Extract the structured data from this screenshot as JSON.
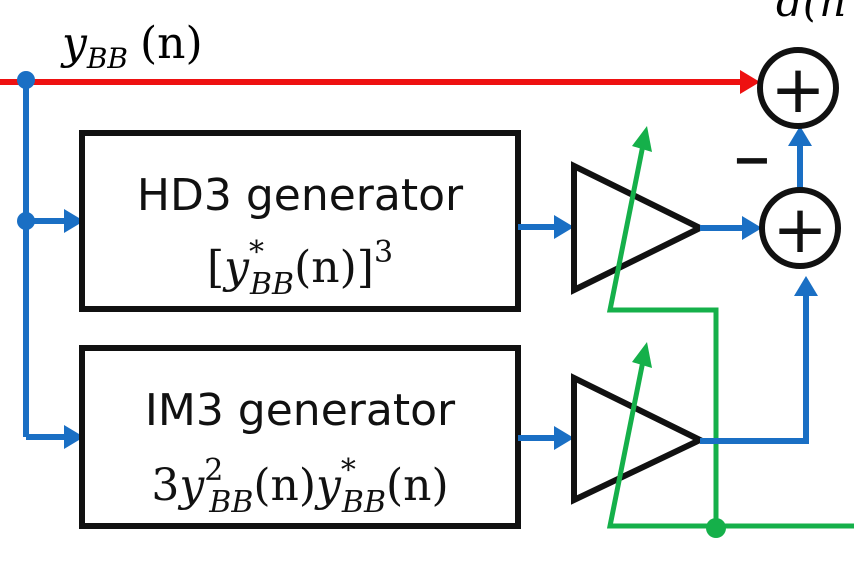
{
  "input_signal": {
    "base": "y",
    "subscript": "BB",
    "argument": "(n)"
  },
  "output_signal_partial": "d(n",
  "minus_sign": "−",
  "adders": [
    {
      "symbol": "+"
    },
    {
      "symbol": "+"
    }
  ],
  "hd3_block": {
    "title": "HD3 generator",
    "formula": {
      "open_bracket": "[",
      "base": "y",
      "superscript": "*",
      "subscript": "BB",
      "argument": "(n)",
      "close_bracket": "]",
      "power": "3"
    }
  },
  "im3_block": {
    "title": "IM3 generator",
    "formula": {
      "coefficient": "3",
      "term1_base": "y",
      "term1_superscript": "2",
      "term1_subscript": "BB",
      "term1_argument": "(n)",
      "term2_base": "y",
      "term2_superscript": "*",
      "term2_subscript": "BB",
      "term2_argument": "(n)"
    }
  },
  "colors": {
    "main_path": "#ee1111",
    "signal_path": "#1a6fc4",
    "control_path": "#15b04a",
    "block_border": "#111111"
  }
}
